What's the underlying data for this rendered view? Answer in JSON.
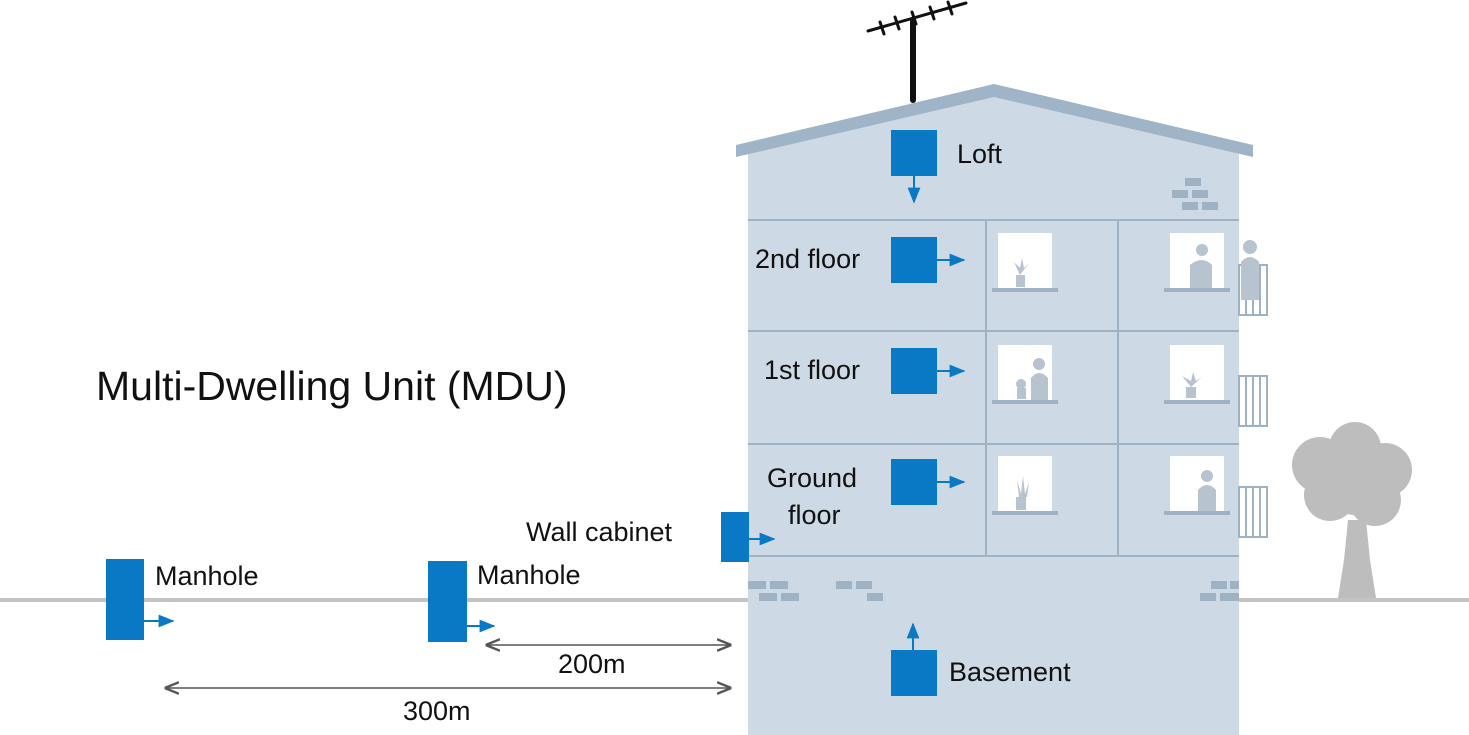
{
  "title": "Multi-Dwelling Unit (MDU)",
  "labels": {
    "loft": "Loft",
    "second_floor": "2nd floor",
    "first_floor": "1st floor",
    "ground_floor_line1": "Ground",
    "ground_floor_line2": "floor",
    "wall_cabinet": "Wall cabinet",
    "manhole_1": "Manhole",
    "manhole_2": "Manhole",
    "basement": "Basement"
  },
  "distances": {
    "near": "200m",
    "far": "300m"
  },
  "colors": {
    "building": "#cdd9e4",
    "roof": "#9fb4c7",
    "floor_line": "#9fb2c4",
    "node": "#0a79c5",
    "ground": "#c4c4c4",
    "tree": "#bdbdbd",
    "brick": "#9eb2c4",
    "window": "#ffffff",
    "silhouette": "#b7c3cf",
    "text": "#111111",
    "dimension_line": "#555555"
  },
  "icons": [
    "antenna-icon",
    "tree-icon",
    "person-icon",
    "plant-icon",
    "balcony-icon",
    "brick-icon",
    "arrow-icon"
  ]
}
